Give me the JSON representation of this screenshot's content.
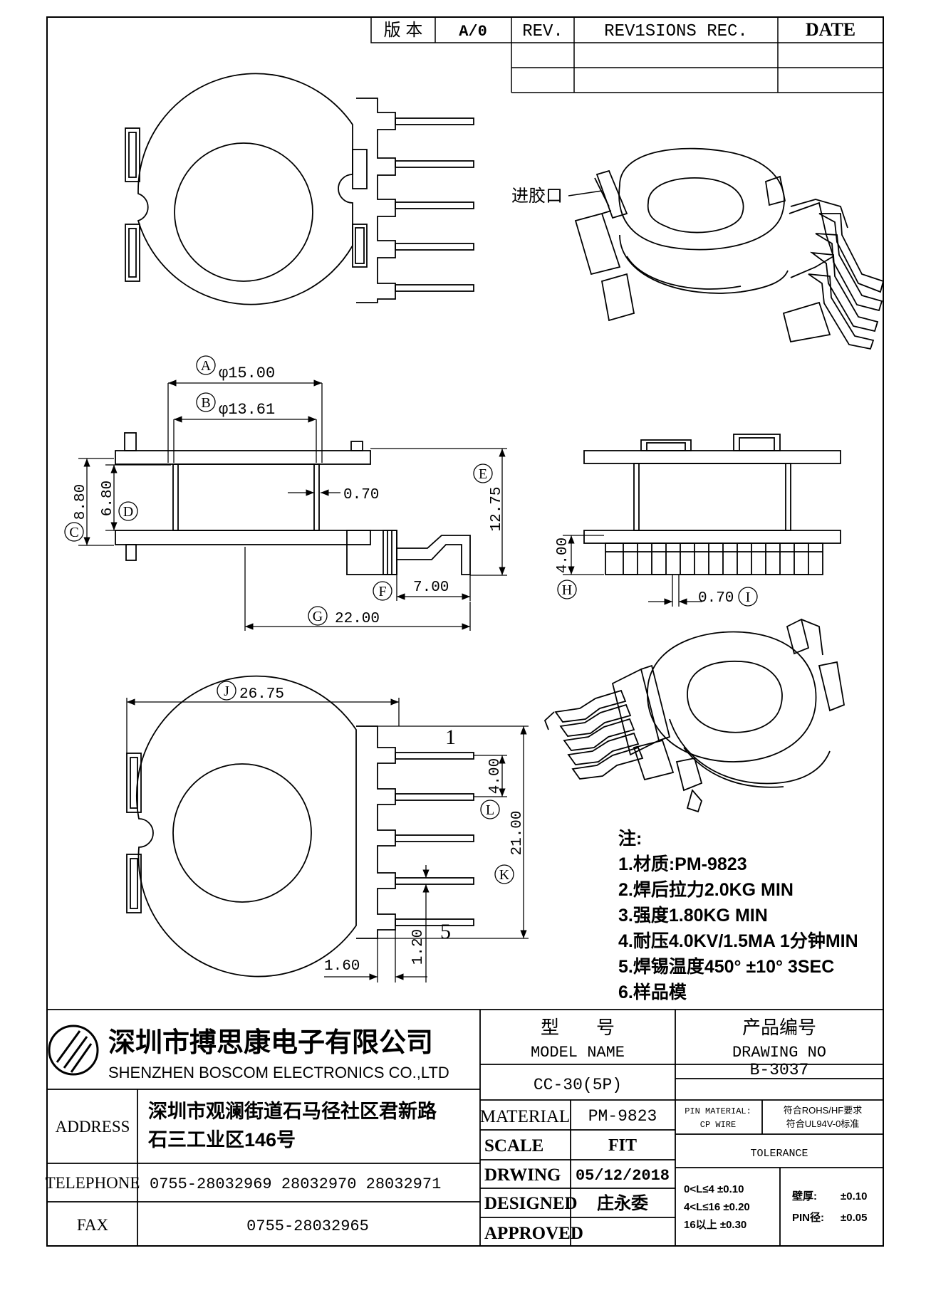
{
  "revision_block": {
    "version_label": "版 本",
    "version_value": "A/0",
    "rev_label": "REV.",
    "records_label": "REV1SIONS REC.",
    "date_label": "DATE"
  },
  "callouts": {
    "inlet_label": "进胶口",
    "A": "A",
    "A_value": "φ15.00",
    "B": "B",
    "B_value": "φ13.61",
    "C": "C",
    "C_value": "8.80",
    "D": "D",
    "D_value": "6.80",
    "E": "E",
    "E_value": "12.75",
    "wall": "0.70",
    "F": "F",
    "F_value": "7.00",
    "G": "G",
    "G_value": "22.00",
    "H": "H",
    "H_value": "4.00",
    "I": "I",
    "I_value": "0.70",
    "J": "J",
    "J_value": "26.75",
    "K": "K",
    "K_value": "21.00",
    "L": "L",
    "L_value": "4.00",
    "pin_first": "1",
    "pin_last": "5",
    "pin_dia": "1.20",
    "offset": "1.60"
  },
  "notes": {
    "title": "注:",
    "items": [
      "1.材质:PM-9823",
      "2.焊后拉力2.0KG MIN",
      "3.强度1.80KG MIN",
      "4.耐压4.0KV/1.5MA 1分钟MIN",
      "5.焊锡温度450° ±10°  3SEC",
      "6.样品模"
    ]
  },
  "title_block": {
    "company_cn": "深圳市搏思康电子有限公司",
    "company_en": "SHENZHEN BOSCOM ELECTRONICS CO.,LTD",
    "model_label_cn": "型　　号",
    "model_label_en": "MODEL NAME",
    "model_value": "CC-30(5P)",
    "drawing_label_cn": "产品编号",
    "drawing_label_en": "DRAWING NO",
    "drawing_value": "B-3037",
    "address_label": "ADDRESS",
    "address_line1": "深圳市观澜街道石马径社区君新路",
    "address_line2": "石三工业区146号",
    "telephone_label": "TELEPHONE",
    "telephone_value": "0755-28032969 28032970 28032971",
    "fax_label": "FAX",
    "fax_value": "0755-28032965",
    "material_label": "MATERIAL",
    "material_value": "PM-9823",
    "scale_label": "SCALE",
    "scale_value": "FIT",
    "drawing_date_label": "DRWING",
    "drawing_date_value": "05/12/2018",
    "designed_label": "DESIGNED",
    "designed_value": "庄永委",
    "approved_label": "APPROVED",
    "approved_value": "",
    "pin_material_label": "PIN MATERIAL:",
    "pin_material_value": "符合ROHS/HF要求",
    "cp_wire_label": "CP WIRE",
    "cp_wire_value": "符合UL94V-0标准",
    "tolerance_label": "TOLERANCE",
    "tol_row1": "0<L≤4  ±0.10",
    "tol_row2": "4<L≤16  ±0.20",
    "tol_row3": "16以上   ±0.30",
    "wall_label": "壁厚:",
    "wall_value": "±0.10",
    "pin_dia_label": "PIN径:",
    "pin_dia_value": "±0.05"
  }
}
